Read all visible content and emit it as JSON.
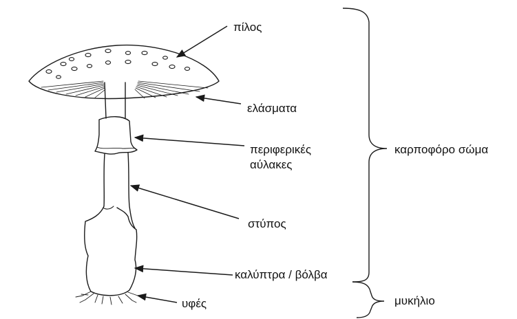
{
  "labels": {
    "cap": "πίλος",
    "gills": "ελάσματα",
    "ring_line1": "περιφερικές",
    "ring_line2": "αύλακες",
    "stem": "στύπος",
    "volva": "καλύπτρα / βόλβα",
    "hyphae": "υφές",
    "fruiting_body": "καρποφόρο σώμα",
    "mycelium": "μυκήλιο"
  },
  "colors": {
    "ink": "#1a1a1a"
  }
}
